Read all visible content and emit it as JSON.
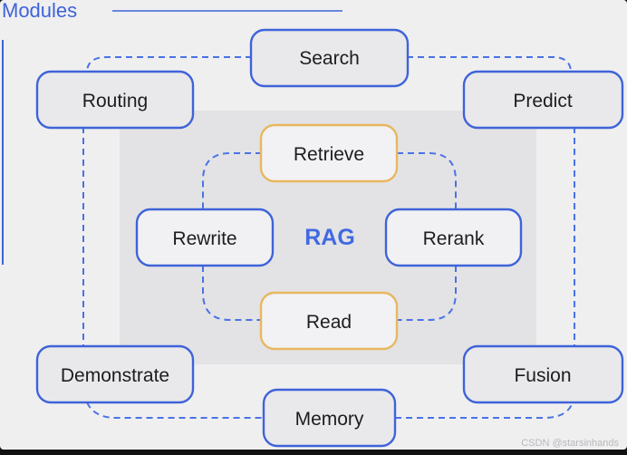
{
  "header": {
    "title": "Modules"
  },
  "diagram": {
    "center": "RAG",
    "outer_modules": [
      "Search",
      "Routing",
      "Predict",
      "Demonstrate",
      "Fusion",
      "Memory"
    ],
    "core_modules": [
      "Retrieve",
      "Read"
    ],
    "inner_modules": [
      "Rewrite",
      "Rerank"
    ]
  },
  "watermark": "CSDN @starsinhands",
  "colors": {
    "accent": "#3f63d9",
    "highlight": "#e8b760",
    "rag_text": "#4169e1"
  }
}
